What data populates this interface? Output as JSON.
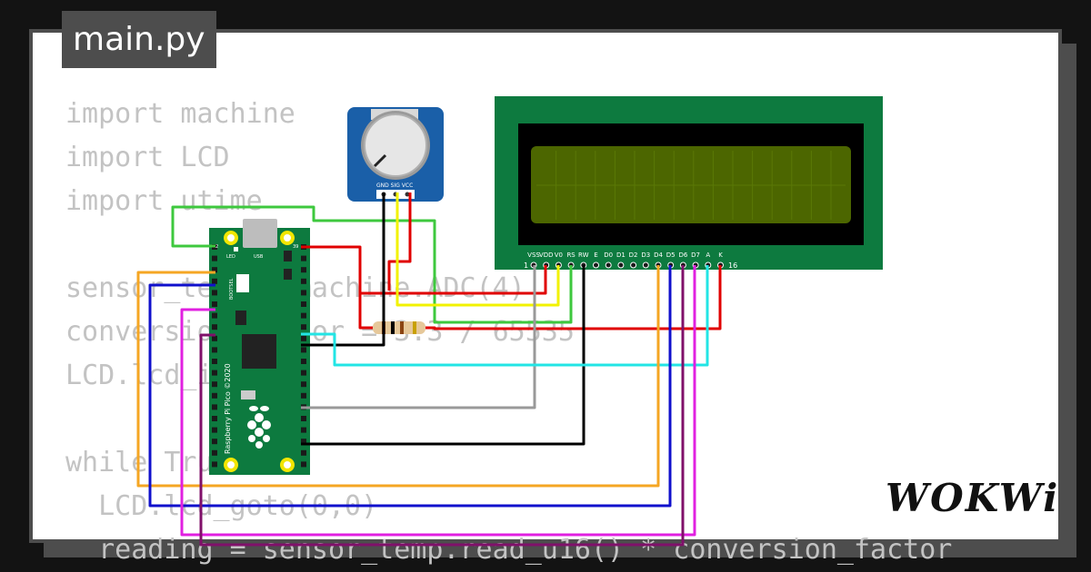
{
  "file_tab": {
    "title": "main.py"
  },
  "code_lines": [
    "import machine",
    "import LCD",
    "import utime",
    "",
    "sensor_temp = machine.ADC(4)",
    "conversion_factor = 3.3 / 65535",
    "LCD.lcd_init()",
    "",
    "while True:",
    "  LCD.lcd_goto(0,0)",
    "  reading = sensor_temp.read_u16() * conversion_factor"
  ],
  "board": {
    "name": "Raspberry Pi Pico ©2020",
    "led_label": "LED",
    "usb_label": "USB",
    "bootsel_label": "BOOTSEL",
    "pin_left_top": "2",
    "pin_right_top": "39"
  },
  "potentiometer": {
    "pin_labels": "GND SIG VCC"
  },
  "lcd": {
    "pin_labels": [
      "VSS",
      "VDD",
      "V0",
      "RS",
      "RW",
      "E",
      "D0",
      "D1",
      "D2",
      "D3",
      "D4",
      "D5",
      "D6",
      "D7",
      "A",
      "K"
    ],
    "first_pin": "1",
    "last_pin": "16"
  },
  "brand": {
    "logo": "WOKWi"
  },
  "colors": {
    "background": "#131313",
    "frame": "#4d4d4d",
    "pcb": "#0d7a3f",
    "lcd_screen": "#4c6600",
    "wire_red": "#e00000",
    "wire_yellow": "#f2f200",
    "wire_green": "#3ec83e",
    "wire_black": "#000000",
    "wire_gray": "#999999",
    "wire_cyan": "#22e5e5",
    "wire_orange": "#f5a623",
    "wire_blue": "#1010cc",
    "wire_magenta": "#e020e0",
    "wire_purple": "#80106a"
  }
}
